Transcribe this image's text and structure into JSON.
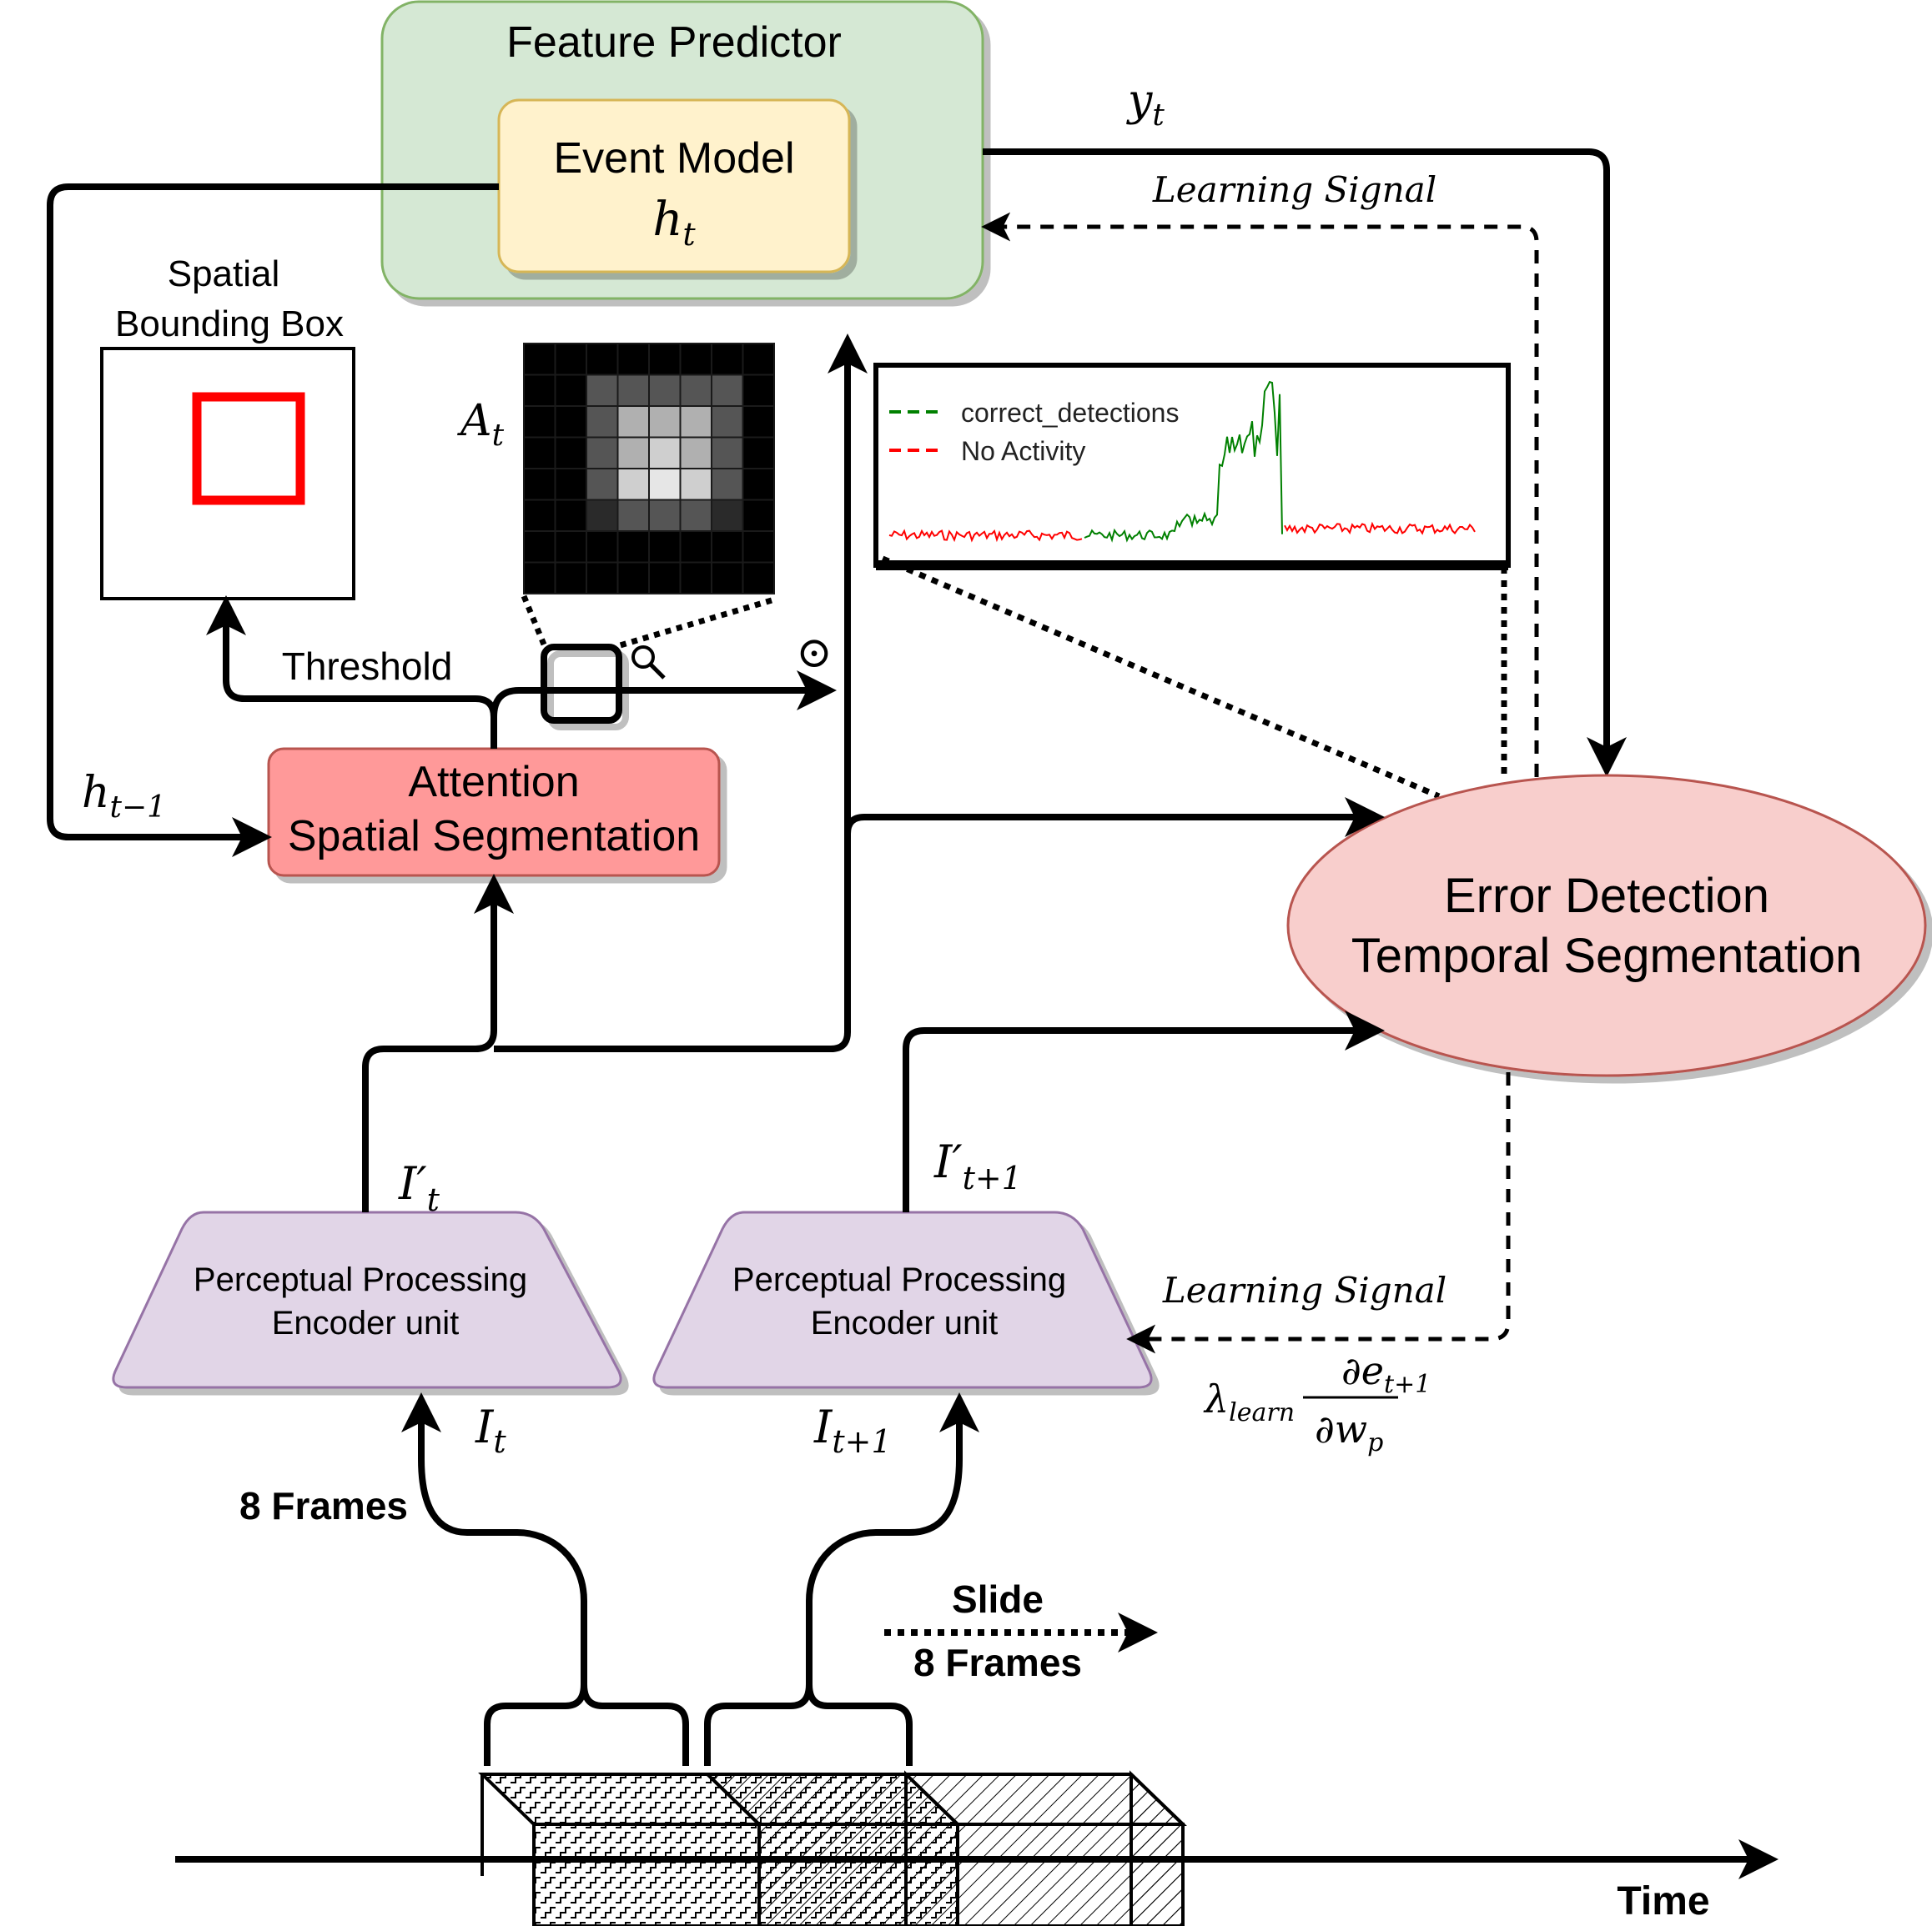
{
  "feature_predictor": {
    "title": "Feature Predictor"
  },
  "event_model": {
    "title": "Event Model",
    "state": "h",
    "state_sub": "t"
  },
  "spatial_bbox": {
    "line1": "Spatial",
    "line2": "Bounding Box"
  },
  "attention_map": {
    "label": "A",
    "label_sub": "t"
  },
  "attention": {
    "line1": "Attention",
    "line2": "Spatial Segmentation"
  },
  "threshold": {
    "label": "Threshold"
  },
  "hidden_prev": {
    "label": "h",
    "label_sub": "t−1"
  },
  "output_y": {
    "label": "y",
    "label_sub": "t"
  },
  "learning_signal_top": {
    "label": "Learning Signal"
  },
  "learning_signal_bottom": {
    "label": "Learning Signal"
  },
  "hadamard": {
    "symbol": "⊙"
  },
  "error_detection": {
    "line1": "Error Detection",
    "line2": "Temporal Segmentation"
  },
  "encoder_left": {
    "line1": "Perceptual Processing",
    "line2": "Encoder unit",
    "out_label": "I′",
    "out_sub": "t",
    "in_label": "I",
    "in_sub": "t"
  },
  "encoder_right": {
    "line1": "Perceptual Processing",
    "line2": "Encoder unit",
    "out_label": "I′",
    "out_sub": "t+1",
    "in_label": "I",
    "in_sub": "t+1"
  },
  "learning_rate": {
    "lambda": "λ",
    "lambda_sub": "learn",
    "numerator": "∂e",
    "numerator_sub": "t+1",
    "denominator": "∂w",
    "denominator_sub": "p"
  },
  "frames": {
    "left": "8 Frames",
    "slide": "Slide",
    "slide_frames": "8 Frames"
  },
  "time_axis": {
    "label": "Time"
  },
  "plot_legend": {
    "series1": "correct_detections",
    "series2": "No Activity"
  },
  "colors": {
    "feature_predictor_fill": "#d5e8d4",
    "feature_predictor_stroke": "#82b366",
    "event_model_fill": "#fff2cc",
    "event_model_stroke": "#d6b656",
    "attention_fill": "#ff9999",
    "attention_stroke": "#b85450",
    "error_fill": "#f8cecc",
    "error_stroke": "#b85450",
    "encoder_fill": "#e1d5e7",
    "encoder_stroke": "#9673a6",
    "bbox_red": "#ff0000",
    "series_green": "#008000",
    "series_red": "#ff0000"
  }
}
